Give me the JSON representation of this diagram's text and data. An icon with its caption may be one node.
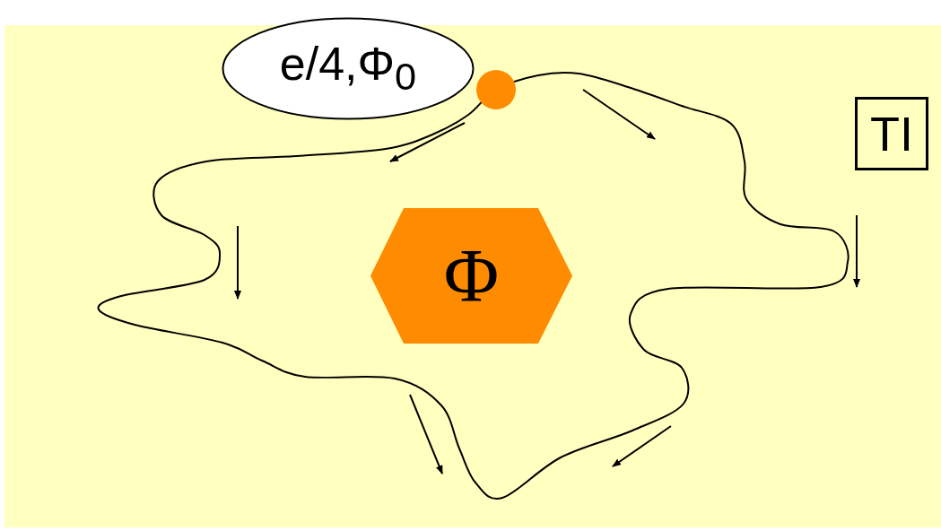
{
  "diagram": {
    "nodes": [
      {
        "text": [
          "e/4,Φ$_{0}$"
        ]
      },
      {
        "text": [],
        "shape": "circle"
      },
      {
        "text": [
          "Φ"
        ]
      },
      {
        "text": [
          "TI"
        ]
      }
    ],
    "edges": []
  }
}
